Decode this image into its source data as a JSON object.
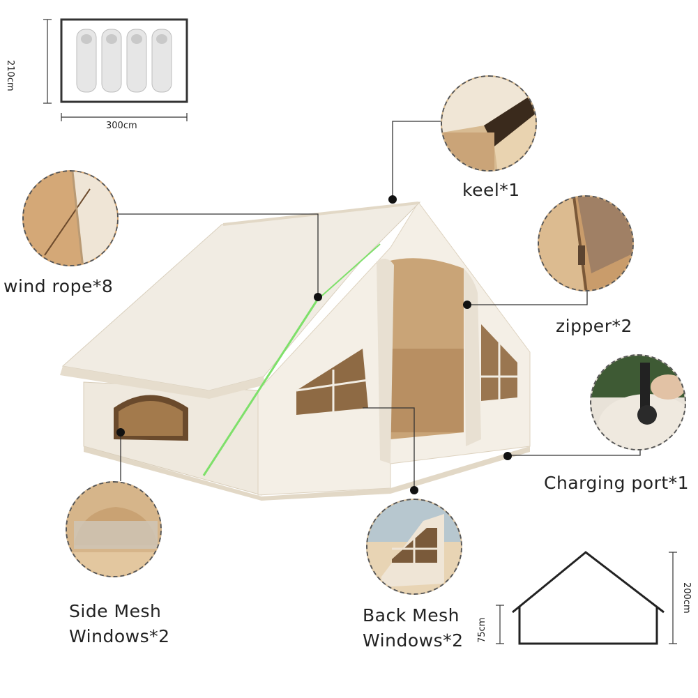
{
  "floor_plan": {
    "width_label": "300cm",
    "depth_label": "210cm",
    "sleeping_bags": 4
  },
  "callouts": {
    "keel": "keel*1",
    "wind_rope": "wind rope*8",
    "zipper": "zipper*2",
    "charging_port": "Charging port*1",
    "side_mesh_line1": "Side Mesh",
    "side_mesh_line2": "Windows*2",
    "back_mesh_line1": "Back Mesh",
    "back_mesh_line2": "Windows*2"
  },
  "profile": {
    "height_label": "200cm",
    "wall_label": "75cm"
  },
  "colors": {
    "canvas": "#f2ede3",
    "canvas_shadow": "#e2d8c6",
    "interior": "#c9a477",
    "rope": "#7ee06a",
    "line": "#333333"
  }
}
